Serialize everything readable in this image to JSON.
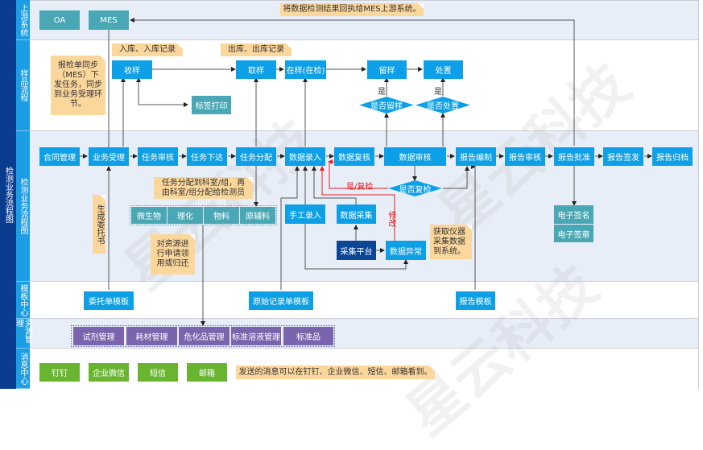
{
  "outer_title": "检测业务流程图",
  "lanes": [
    {
      "label": "上游系统"
    },
    {
      "label": "样品流程"
    },
    {
      "label": "检测业务流程图"
    },
    {
      "label": "模板中心"
    },
    {
      "label": "资源管理"
    },
    {
      "label": "消息中心"
    }
  ],
  "upstream": {
    "oa": "OA",
    "mes": "MES",
    "note": "将数据检测结果回执给MES上游系统。"
  },
  "sample": {
    "note_sync": "报检单同步（MES）下发任务，同步到业务受理环节。",
    "note_in": "入库、入库记录",
    "note_out": "出库、出库记录",
    "receive": "收样",
    "take": "取样",
    "in_sample": "在样(在检)",
    "retain": "留样",
    "dispose": "处置",
    "label_print": "标签打印",
    "is_retain": "是否留样",
    "is_dispose": "是否处置",
    "yes1": "是",
    "yes2": "是"
  },
  "flow": {
    "steps": [
      "合同管理",
      "业务受理",
      "任务审核",
      "任务下达",
      "任务分配",
      "数据录入",
      "数据复核",
      "数据审核",
      "报告编制",
      "报告审核",
      "报告批准",
      "报告签发",
      "报告归档"
    ],
    "note_assign": "任务分配到科室/组，再由科室/组分配给检测员",
    "note_commission": "生成委托书",
    "note_resource": "对资源进行申请领用或归还",
    "note_instrument": "获取仪器采集数据到系统。",
    "departments": [
      "微生物",
      "理化",
      "物料",
      "原辅料"
    ],
    "manual_entry": "手工录入",
    "data_collect": "数据采集",
    "collect_platform": "采集平台",
    "data_abnormal": "数据异常",
    "is_recheck": "是否复检",
    "recheck_label": "是/复检",
    "modify_label": "修改",
    "e_signature": "电子签名",
    "e_seal": "电子签章"
  },
  "templates": {
    "commission": "委托单模板",
    "raw_record": "原始记录单模板",
    "report": "报告模板"
  },
  "resources": [
    "试剂管理",
    "耗材管理",
    "危化品管理",
    "标准溶液管理",
    "标准品"
  ],
  "messages": {
    "channels": [
      "钉钉",
      "企业微信",
      "短信",
      "邮箱"
    ],
    "note": "发送的消息可以在钉钉、企业微信、短信、邮箱看到。"
  },
  "watermark": "星云科技",
  "colors": {
    "process": "#0ea0e6",
    "teal": "#4aa8b6",
    "platform": "#0b4596",
    "resource": "#7a64ad",
    "message": "#6ab52f",
    "note": "#fcd79c",
    "recheck_line": "#e02020"
  }
}
